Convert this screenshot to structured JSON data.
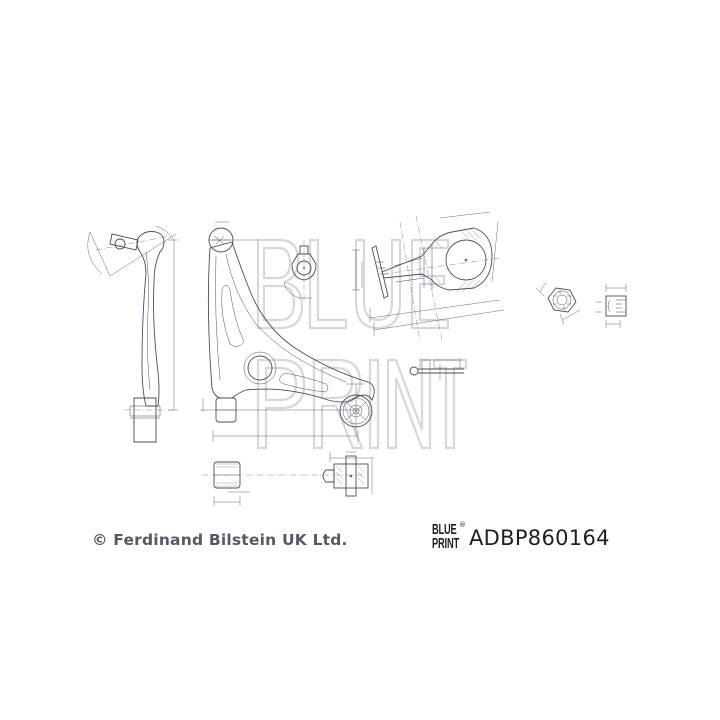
{
  "footer": {
    "copyright": "© Ferdinand Bilstein UK Ltd.",
    "brand_logo_line1": "BLUE",
    "brand_logo_line2": "PRINT",
    "brand_logo_registered": "®",
    "part_number": "ADBP860164"
  },
  "watermark": {
    "line1": "BLUE",
    "line2": "PRINT"
  },
  "views": [
    {
      "name": "control-arm-side-view"
    },
    {
      "name": "control-arm-top-view"
    },
    {
      "name": "ball-joint-view"
    },
    {
      "name": "ball-joint-section-view"
    },
    {
      "name": "castle-nut-top-view"
    },
    {
      "name": "castle-nut-side-view"
    },
    {
      "name": "cotter-pin-view"
    },
    {
      "name": "front-bushing-section"
    },
    {
      "name": "rear-bushing-section"
    }
  ],
  "colors": {
    "line": "#4a4e5a",
    "watermark": "#d6d8dc",
    "center_mark": "#2a6fd0",
    "copyright_text": "#555a62",
    "part_number_text": "#1c1e24"
  }
}
